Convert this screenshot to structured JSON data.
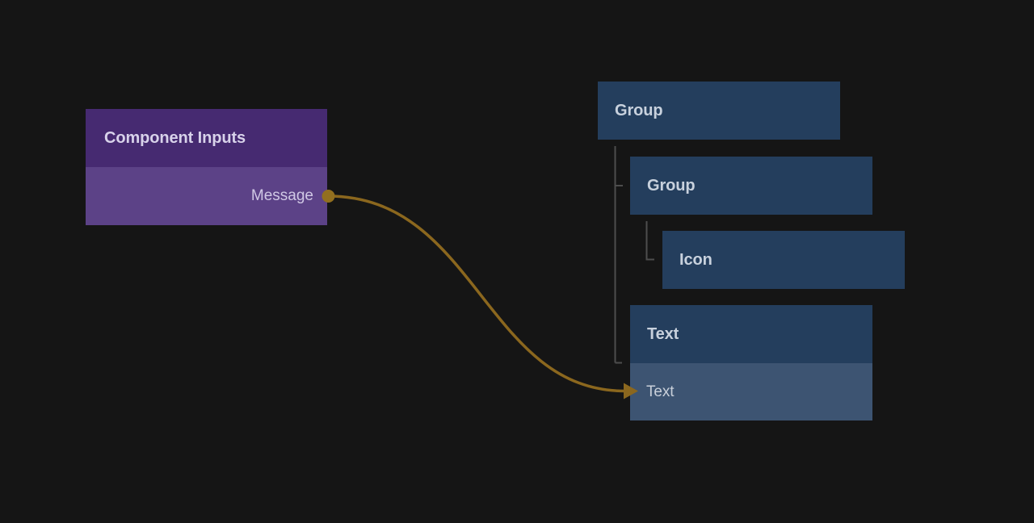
{
  "colors": {
    "background": "#151515",
    "source_header": "#462a71",
    "source_row": "#5c4287",
    "tree_node": "#243e5d",
    "tree_row_highlight": "#3d5472",
    "wire_gold": "#8b671e",
    "port_gold": "#926f1f",
    "tree_connector": "#4d4d4d"
  },
  "source_node": {
    "title": "Component Inputs",
    "output_label": "Message"
  },
  "layer_tree": {
    "nodes": [
      {
        "label": "Group"
      },
      {
        "label": "Group"
      },
      {
        "label": "Icon"
      },
      {
        "label": "Text",
        "row_label": "Text"
      }
    ]
  }
}
